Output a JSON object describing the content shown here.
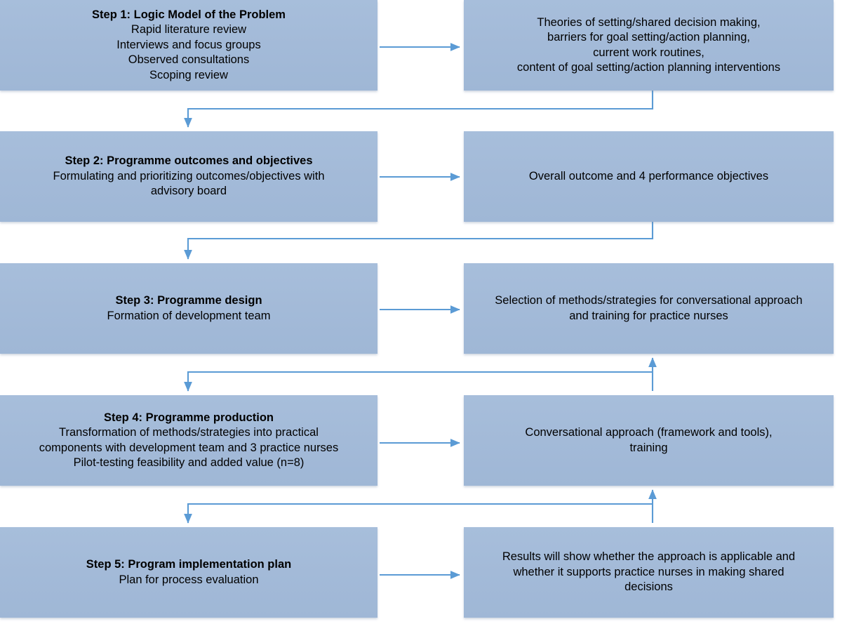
{
  "diagram": {
    "title": "Intervention Mapping steps flowchart",
    "accent_color": "#5B9BD5",
    "box_fill": "#A3BAD8",
    "text_color": "#000000",
    "background": "#FFFFFF",
    "steps": [
      {
        "id": "step-1",
        "left_box": {
          "lines": [
            {
              "text": "Step 1: Logic Model of the Problem",
              "bold": true
            },
            {
              "text": "Rapid literature review",
              "bold": false
            },
            {
              "text": "Interviews and focus groups",
              "bold": false
            },
            {
              "text": "Observed consultations",
              "bold": false
            },
            {
              "text": "Scoping review",
              "bold": false
            }
          ]
        },
        "right_box": {
          "lines": [
            {
              "text": "Theories of  setting/shared decision making,",
              "bold": false
            },
            {
              "text": "barriers for goal setting/action planning,",
              "bold": false
            },
            {
              "text": "current work routines,",
              "bold": false
            },
            {
              "text": "content of goal setting/action planning interventions",
              "bold": false
            }
          ]
        }
      },
      {
        "id": "step-2",
        "left_box": {
          "lines": [
            {
              "text": "Step 2: Programme outcomes and objectives",
              "bold": true
            },
            {
              "text": "Formulating and prioritizing outcomes/objectives with",
              "bold": false
            },
            {
              "text": "advisory board",
              "bold": false
            }
          ]
        },
        "right_box": {
          "lines": [
            {
              "text": "Overall outcome and 4 performance objectives",
              "bold": false
            }
          ]
        }
      },
      {
        "id": "step-3",
        "left_box": {
          "lines": [
            {
              "text": "Step 3: Programme design",
              "bold": true
            },
            {
              "text": "Formation of development team",
              "bold": false
            }
          ]
        },
        "right_box": {
          "lines": [
            {
              "text": "Selection of methods/strategies for conversational approach",
              "bold": false
            },
            {
              "text": "and training for practice nurses",
              "bold": false
            }
          ]
        }
      },
      {
        "id": "step-4",
        "left_box": {
          "lines": [
            {
              "text": "Step 4: Programme production",
              "bold": true
            },
            {
              "text": "Transformation of methods/strategies into practical",
              "bold": false
            },
            {
              "text": "components with development team and 3 practice nurses",
              "bold": false
            },
            {
              "text": "Pilot-testing feasibility and added value (n=8)",
              "bold": false
            }
          ]
        },
        "right_box": {
          "lines": [
            {
              "text": "Conversational approach (framework and tools),",
              "bold": false
            },
            {
              "text": "training",
              "bold": false
            }
          ]
        }
      },
      {
        "id": "step-5",
        "left_box": {
          "lines": [
            {
              "text": "Step 5: Program implementation plan",
              "bold": true
            },
            {
              "text": "Plan for process evaluation",
              "bold": false
            }
          ]
        },
        "right_box": {
          "lines": [
            {
              "text": "Results will show whether the approach is applicable and",
              "bold": false
            },
            {
              "text": "whether it supports practice nurses in making shared",
              "bold": false
            },
            {
              "text": "decisions",
              "bold": false
            }
          ]
        }
      }
    ],
    "connectors": [
      {
        "id": "arrow-step1-left-to-right",
        "kind": "horizontal-right"
      },
      {
        "id": "arrow-step1-right-down-to-step2-left",
        "kind": "elbow-down-left"
      },
      {
        "id": "arrow-step2-left-to-right",
        "kind": "horizontal-right"
      },
      {
        "id": "arrow-step2-right-down-to-step3-left",
        "kind": "elbow-down-left"
      },
      {
        "id": "arrow-step3-left-to-right",
        "kind": "horizontal-right"
      },
      {
        "id": "arrow-step3-down-to-step4-left",
        "kind": "elbow-down-left"
      },
      {
        "id": "arrow-step4-right-up-to-step3-right",
        "kind": "elbow-up-right"
      },
      {
        "id": "arrow-step4-left-to-right",
        "kind": "horizontal-right"
      },
      {
        "id": "arrow-step4-down-to-step5-left",
        "kind": "elbow-down-left"
      },
      {
        "id": "arrow-step5-right-up-to-step4-right",
        "kind": "elbow-up-right"
      },
      {
        "id": "arrow-step5-left-to-right",
        "kind": "horizontal-right"
      }
    ]
  }
}
